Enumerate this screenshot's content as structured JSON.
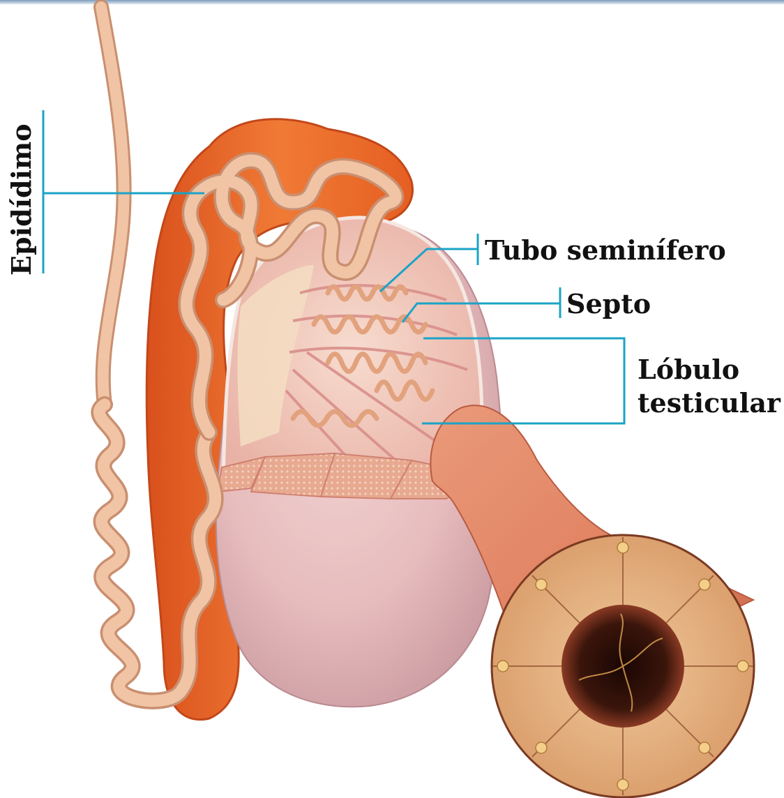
{
  "labels": {
    "epididimo": "Epidídimo",
    "tubo_seminifero": "Tubo seminífero",
    "septo": "Septo",
    "lobulo_line1": "Lóbulo",
    "lobulo_line2": "testicular"
  },
  "colors": {
    "leader_line": "#1ba3c6",
    "label_text": "#111111",
    "top_bar": "#7d9cbc",
    "tubule": "#e8bf9f",
    "epididymis_sheath": "#e9702e",
    "testis_body": "#e7bdbf",
    "cut_surface": "#f1c7b4",
    "lumen": "#2a0f08",
    "epithelium": "#e9b98a"
  }
}
